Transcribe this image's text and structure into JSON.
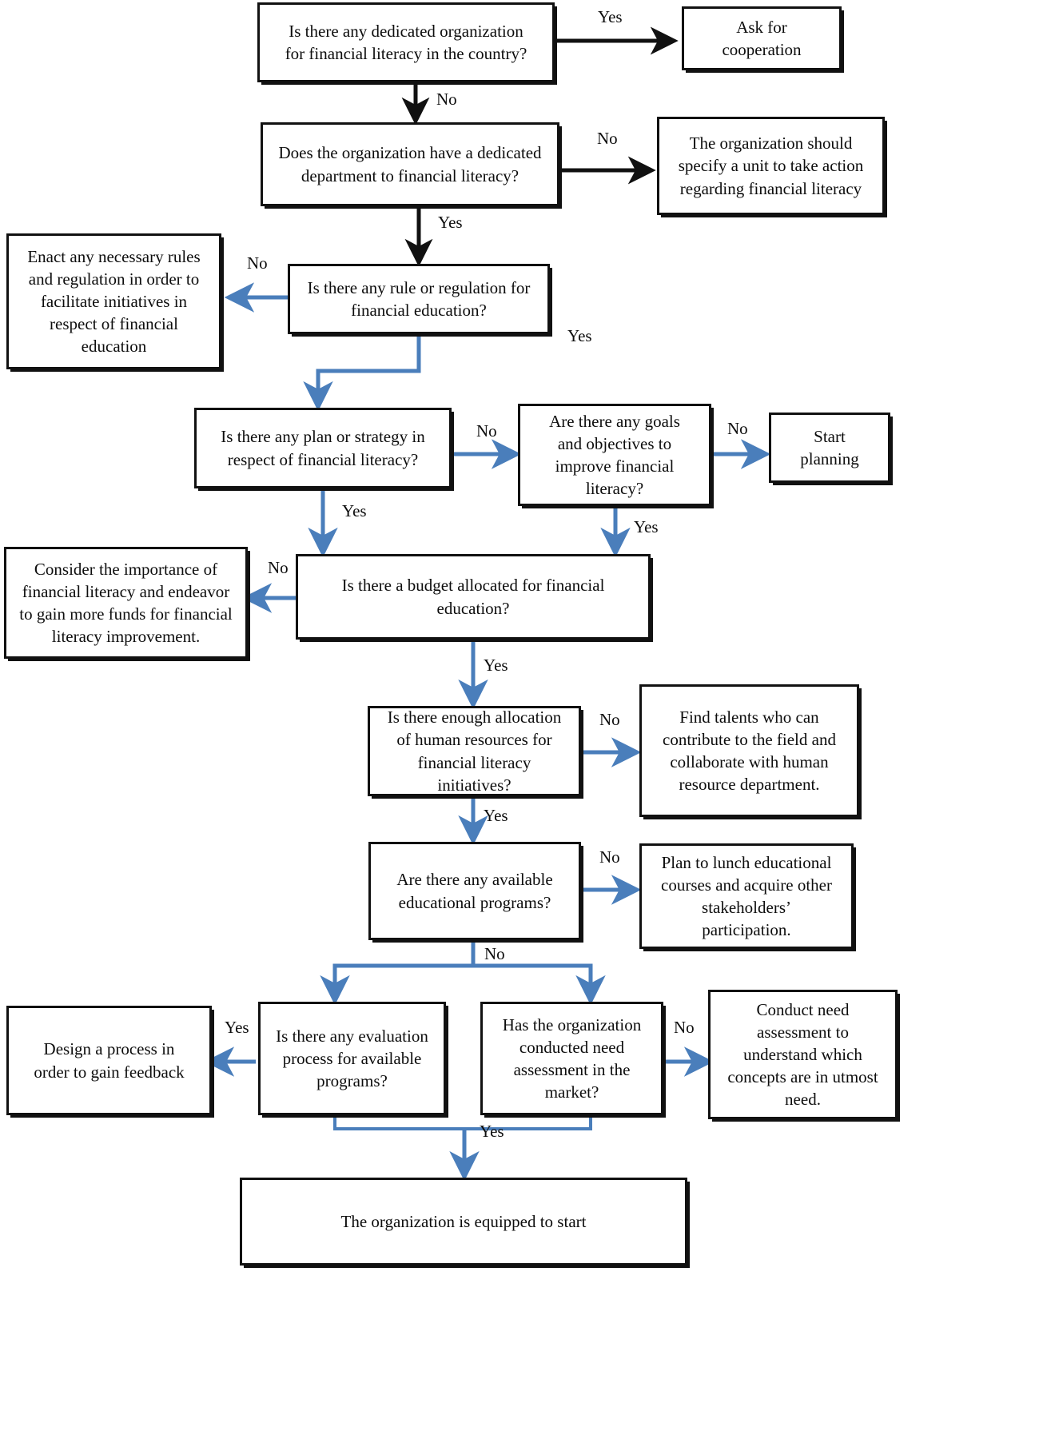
{
  "diagram": {
    "title": "Financial literacy readiness decision flowchart",
    "colors": {
      "node_border": "#111111",
      "node_fill": "#ffffff",
      "text": "#0d0d0d",
      "arrow_blue": "#4a7ebb",
      "arrow_black": "#111111"
    },
    "nodes": [
      {
        "id": "q-dedicated-org",
        "text": "Is there any dedicated organization\nfor financial literacy in the country?"
      },
      {
        "id": "ask-cooperation",
        "text": "Ask for\ncooperation"
      },
      {
        "id": "q-dedicated-dept",
        "text": "Does the organization have a dedicated\ndepartment to financial literacy?"
      },
      {
        "id": "specify-unit",
        "text": "The organization should\nspecify a unit to take action\nregarding financial literacy"
      },
      {
        "id": "enact-rules",
        "text": "Enact any necessary rules\nand regulation in order to\nfacilitate initiatives in\nrespect of financial\neducation"
      },
      {
        "id": "q-rule-regulation",
        "text": "Is there any rule or regulation for\nfinancial education?"
      },
      {
        "id": "q-plan-strategy",
        "text": "Is there any plan or strategy in\nrespect of financial literacy?"
      },
      {
        "id": "q-goals-objectives",
        "text": "Are there any goals\nand objectives to\nimprove financial\nliteracy?"
      },
      {
        "id": "start-planning",
        "text": "Start\nplanning"
      },
      {
        "id": "consider-importance",
        "text": "Consider the importance of\nfinancial literacy and endeavor\nto gain more funds for financial\nliteracy improvement."
      },
      {
        "id": "q-budget",
        "text": "Is there a budget allocated for financial\neducation?"
      },
      {
        "id": "q-human-resources",
        "text": "Is there enough allocation\nof human resources for\nfinancial literacy\ninitiatives?"
      },
      {
        "id": "find-talents",
        "text": "Find talents who can\ncontribute to the field and\ncollaborate with human\nresource department."
      },
      {
        "id": "q-educational-programs",
        "text": "Are there any available\neducational programs?"
      },
      {
        "id": "plan-lunch-courses",
        "text": "Plan to lunch educational\ncourses and acquire other\nstakeholders’\nparticipation."
      },
      {
        "id": "design-process",
        "text": "Design a process in\norder to gain feedback"
      },
      {
        "id": "q-evaluation-process",
        "text": "Is there any evaluation\nprocess for available\nprograms?"
      },
      {
        "id": "q-need-assessment",
        "text": "Has the organization\nconducted need\nassessment in the\nmarket?"
      },
      {
        "id": "conduct-need-assessment",
        "text": "Conduct need\nassessment to\nunderstand which\nconcepts are in utmost\nneed."
      },
      {
        "id": "equipped-to-start",
        "text": "The organization is equipped to start"
      }
    ],
    "edge_labels": [
      {
        "id": "lbl-yes-1",
        "text": "Yes"
      },
      {
        "id": "lbl-no-1",
        "text": "No"
      },
      {
        "id": "lbl-no-2",
        "text": "No"
      },
      {
        "id": "lbl-yes-2",
        "text": "Yes"
      },
      {
        "id": "lbl-no-3",
        "text": "No"
      },
      {
        "id": "lbl-yes-3",
        "text": "Yes"
      },
      {
        "id": "lbl-no-4",
        "text": "No"
      },
      {
        "id": "lbl-no-5",
        "text": "No"
      },
      {
        "id": "lbl-yes-4",
        "text": "Yes"
      },
      {
        "id": "lbl-yes-5",
        "text": "Yes"
      },
      {
        "id": "lbl-no-6",
        "text": "No"
      },
      {
        "id": "lbl-yes-6",
        "text": "Yes"
      },
      {
        "id": "lbl-no-7",
        "text": "No"
      },
      {
        "id": "lbl-yes-7",
        "text": "Yes"
      },
      {
        "id": "lbl-no-8",
        "text": "No"
      },
      {
        "id": "lbl-no-9",
        "text": "No"
      },
      {
        "id": "lbl-yes-8",
        "text": "Yes"
      },
      {
        "id": "lbl-no-10",
        "text": "No"
      },
      {
        "id": "lbl-yes-9",
        "text": "Yes"
      }
    ]
  }
}
